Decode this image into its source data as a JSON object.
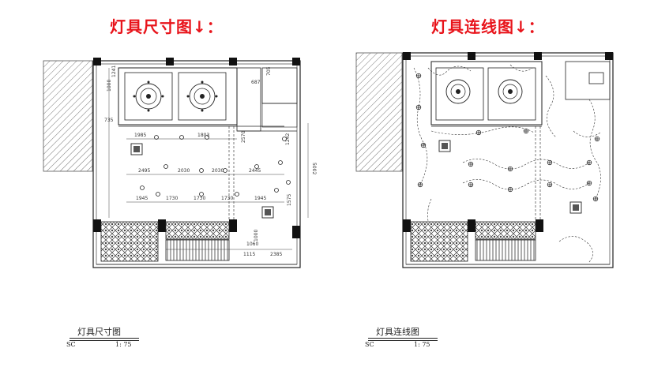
{
  "headings": {
    "left": "灯具尺寸图↓：",
    "right": "灯具连线图↓："
  },
  "plans": {
    "left": {
      "title": "灯具尺寸图",
      "drawing_code": "SC",
      "scale": "1: 75",
      "dimensions": {
        "d1985": "1985",
        "d1803": "1803",
        "d2495": "2495",
        "d2030a": "2030",
        "d2030b": "2030",
        "d2445": "2445",
        "d1945a": "1945",
        "d1730a": "1730",
        "d1730b": "1730",
        "d1730c": "1730",
        "d1945b": "1945",
        "d735": "735",
        "d1000": "1000",
        "d1241": "1241",
        "d687": "687",
        "d705": "705",
        "d5002": "5002",
        "d1115": "1115",
        "d2385": "2385",
        "d1000b": "1000",
        "d2570": "2570",
        "d1575": "1575",
        "d1242": "1242",
        "d1060": "1060"
      }
    },
    "right": {
      "title": "灯具连线图",
      "drawing_code": "SC",
      "scale": "1: 75"
    }
  },
  "colors": {
    "heading": "#e8141b",
    "line": "#222222",
    "wall_fill": "#ffffff"
  }
}
